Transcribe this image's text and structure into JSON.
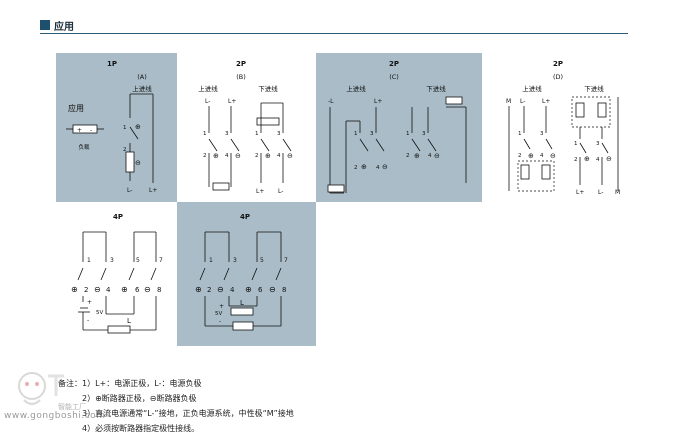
{
  "header": {
    "title": "应用"
  },
  "panels": {
    "a": {
      "title": "1P",
      "sub": "(A)",
      "side_label": "应用",
      "supply": "上进线",
      "load": "负载",
      "bottom_left": "L-",
      "bottom_right": "L+"
    },
    "b": {
      "title": "2P",
      "sub": "(B)",
      "left_supply": "上进线",
      "right_supply": "下进线",
      "lm": "L-",
      "lp": "L+",
      "bl_left": "L+",
      "bl_right": "L-"
    },
    "c": {
      "title": "2P",
      "sub": "(C)",
      "left_supply": "上进线",
      "right_supply": "下进线",
      "lm": "-L",
      "lp": "L+"
    },
    "d": {
      "title": "2P",
      "sub": "(D)",
      "left_supply": "上进线",
      "right_supply": "下进线",
      "m": "M",
      "lm": "L-",
      "lp": "L+",
      "bl_left": "L+",
      "bl_right": "L-",
      "bm": "M"
    },
    "e": {
      "title": "4P",
      "voltage": "5V",
      "load": "L"
    },
    "f": {
      "title": "4P",
      "voltage": "5V",
      "load": "L"
    }
  },
  "terminals": {
    "t1": "1",
    "t2": "2",
    "t3": "3",
    "t4": "4",
    "t5": "5",
    "t6": "6",
    "t7": "7",
    "t8": "8"
  },
  "symbols": {
    "plus": "+",
    "minus": "-",
    "circle_plus": "⊕",
    "circle_minus": "⊖"
  },
  "notes": {
    "line1": "备注：1）L+：电源正极，L-：电源负极",
    "line2": "2）⊕断路器正极，⊖断路器负极",
    "line3": "3）直流电源通常“L-”接地，正负电源系统，中性极“M”接地",
    "line4": "4）必须按断路器指定极性接线。"
  },
  "watermark": {
    "url": "www.gongboshi.com",
    "tag": "智能工厂"
  },
  "colors": {
    "panel_gray": "#a9bcc7",
    "panel_white": "#ffffff",
    "accent": "#1d4f6e"
  }
}
